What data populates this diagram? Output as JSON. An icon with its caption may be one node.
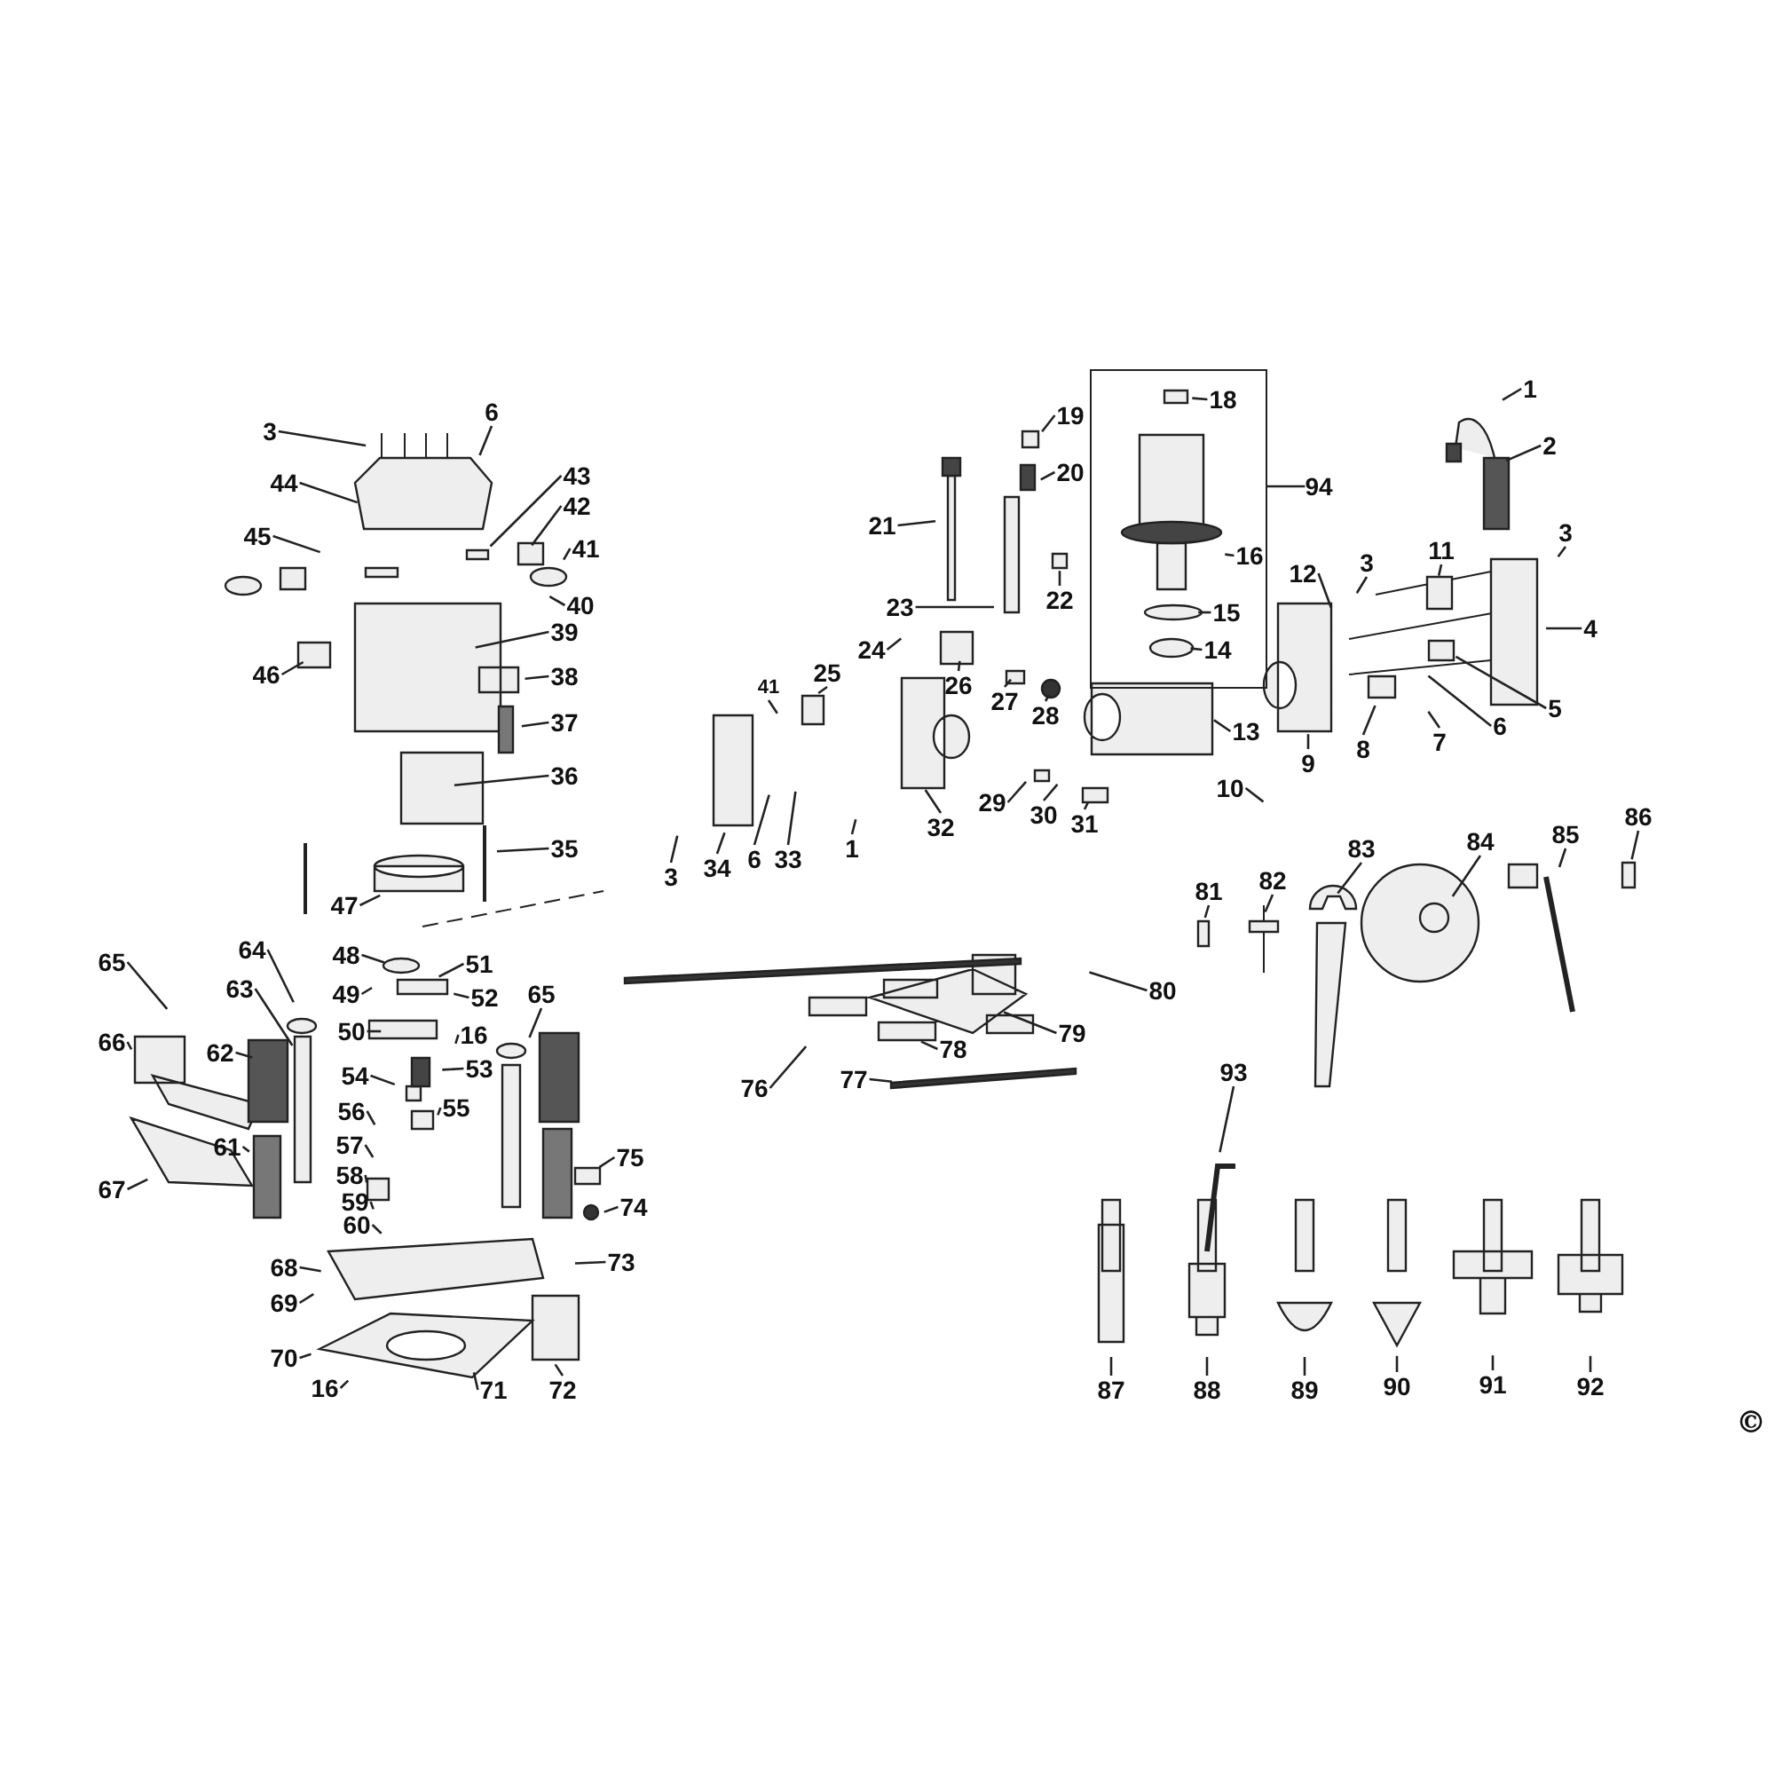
{
  "diagram": {
    "nodes": [
      {
        "text": [
          "3"
        ]
      },
      {
        "text": [
          "6"
        ]
      },
      {
        "text": [
          "44"
        ]
      },
      {
        "text": [
          "43"
        ]
      },
      {
        "text": [
          "42"
        ]
      },
      {
        "text": [
          "45"
        ]
      },
      {
        "text": [
          "41"
        ]
      },
      {
        "text": [
          "40"
        ]
      },
      {
        "text": [
          "39"
        ]
      },
      {
        "text": [
          "46"
        ]
      },
      {
        "text": [
          "38"
        ]
      },
      {
        "text": [
          "37"
        ]
      },
      {
        "text": [
          "36"
        ]
      },
      {
        "text": [
          "35"
        ]
      },
      {
        "text": [
          "47"
        ]
      },
      {
        "text": [],
        "shape": "box"
      },
      {
        "text": [
          "18"
        ],
        "in": 15
      },
      {
        "text": [
          "16"
        ],
        "in": 15
      },
      {
        "text": [
          "15"
        ],
        "in": 15
      },
      {
        "text": [
          "14"
        ],
        "in": 15
      },
      {
        "text": [
          "94"
        ]
      },
      {
        "text": [
          "19"
        ]
      },
      {
        "text": [
          "20"
        ]
      },
      {
        "text": [
          "21"
        ]
      },
      {
        "text": [
          "22"
        ]
      },
      {
        "text": [
          "23"
        ]
      },
      {
        "text": [
          "24"
        ]
      },
      {
        "text": [
          "25"
        ]
      },
      {
        "text": [
          "26"
        ]
      },
      {
        "text": [
          "27"
        ]
      },
      {
        "text": [
          "28"
        ]
      },
      {
        "text": [
          "41"
        ]
      },
      {
        "text": [
          "13"
        ]
      },
      {
        "text": [
          "10"
        ]
      },
      {
        "text": [
          "29"
        ]
      },
      {
        "text": [
          "30"
        ]
      },
      {
        "text": [
          "31"
        ]
      },
      {
        "text": [
          "32"
        ]
      },
      {
        "text": [
          "1"
        ]
      },
      {
        "text": [
          "33"
        ]
      },
      {
        "text": [
          "6"
        ]
      },
      {
        "text": [
          "34"
        ]
      },
      {
        "text": [
          "3"
        ]
      },
      {
        "text": [
          "1"
        ]
      },
      {
        "text": [
          "2"
        ]
      },
      {
        "text": [
          "3"
        ]
      },
      {
        "text": [
          "4"
        ]
      },
      {
        "text": [
          "11"
        ]
      },
      {
        "text": [
          "12"
        ]
      },
      {
        "text": [
          "3"
        ]
      },
      {
        "text": [
          "5"
        ]
      },
      {
        "text": [
          "6"
        ]
      },
      {
        "text": [
          "7"
        ]
      },
      {
        "text": [
          "8"
        ]
      },
      {
        "text": [
          "9"
        ]
      },
      {
        "text": [
          "81"
        ]
      },
      {
        "text": [
          "82"
        ]
      },
      {
        "text": [
          "83"
        ]
      },
      {
        "text": [
          "84"
        ]
      },
      {
        "text": [
          "85"
        ]
      },
      {
        "text": [
          "86"
        ]
      },
      {
        "text": [
          "80"
        ]
      },
      {
        "text": [
          "79"
        ]
      },
      {
        "text": [
          "78"
        ]
      },
      {
        "text": [
          "77"
        ]
      },
      {
        "text": [
          "76"
        ]
      },
      {
        "text": [
          "93"
        ]
      },
      {
        "text": [
          "87"
        ]
      },
      {
        "text": [
          "88"
        ]
      },
      {
        "text": [
          "89"
        ]
      },
      {
        "text": [
          "90"
        ]
      },
      {
        "text": [
          "91"
        ]
      },
      {
        "text": [
          "92"
        ]
      },
      {
        "text": [
          "65"
        ]
      },
      {
        "text": [
          "64"
        ]
      },
      {
        "text": [
          "63"
        ]
      },
      {
        "text": [
          "66"
        ]
      },
      {
        "text": [
          "62"
        ]
      },
      {
        "text": [
          "61"
        ]
      },
      {
        "text": [
          "67"
        ]
      },
      {
        "text": [
          "48"
        ]
      },
      {
        "text": [
          "51"
        ]
      },
      {
        "text": [
          "49"
        ]
      },
      {
        "text": [
          "52"
        ]
      },
      {
        "text": [
          "65"
        ]
      },
      {
        "text": [
          "50"
        ]
      },
      {
        "text": [
          "16"
        ]
      },
      {
        "text": [
          "53"
        ]
      },
      {
        "text": [
          "54"
        ]
      },
      {
        "text": [
          "55"
        ]
      },
      {
        "text": [
          "56"
        ]
      },
      {
        "text": [
          "57"
        ]
      },
      {
        "text": [
          "58"
        ]
      },
      {
        "text": [
          "59"
        ]
      },
      {
        "text": [
          "60"
        ]
      },
      {
        "text": [
          "75"
        ]
      },
      {
        "text": [
          "74"
        ]
      },
      {
        "text": [
          "68"
        ]
      },
      {
        "text": [
          "69"
        ]
      },
      {
        "text": [
          "73"
        ]
      },
      {
        "text": [
          "70"
        ]
      },
      {
        "text": [
          "16"
        ]
      },
      {
        "text": [
          "71"
        ]
      },
      {
        "text": [
          "72"
        ]
      }
    ],
    "edges": [
      {
        "from": 0,
        "to": null,
        "arrow": "none"
      },
      {
        "from": 1,
        "to": null,
        "arrow": "none"
      },
      {
        "from": 2,
        "to": null,
        "arrow": "none"
      },
      {
        "from": 3,
        "to": null,
        "arrow": "none"
      },
      {
        "from": 4,
        "to": null,
        "arrow": "none"
      },
      {
        "from": 5,
        "to": null,
        "arrow": "none"
      },
      {
        "from": 6,
        "to": null,
        "arrow": "none"
      },
      {
        "from": 7,
        "to": null,
        "arrow": "none"
      },
      {
        "from": 8,
        "to": null,
        "arrow": "none"
      },
      {
        "from": 9,
        "to": null,
        "arrow": "none"
      },
      {
        "from": 10,
        "to": null,
        "arrow": "none"
      },
      {
        "from": 11,
        "to": null,
        "arrow": "none"
      },
      {
        "from": 12,
        "to": null,
        "arrow": "none"
      },
      {
        "from": 13,
        "to": null,
        "arrow": "none"
      },
      {
        "from": 14,
        "to": null,
        "arrow": "none"
      },
      {
        "from": 16,
        "to": null,
        "arrow": "none"
      },
      {
        "from": 17,
        "to": null,
        "arrow": "none"
      },
      {
        "from": 18,
        "to": null,
        "arrow": "none"
      },
      {
        "from": 19,
        "to": null,
        "arrow": "none"
      },
      {
        "from": 20,
        "to": 15,
        "arrow": "none"
      },
      {
        "from": 21,
        "to": null,
        "arrow": "none"
      },
      {
        "from": 22,
        "to": null,
        "arrow": "none"
      },
      {
        "from": 23,
        "to": null,
        "arrow": "none"
      },
      {
        "from": 24,
        "to": null,
        "arrow": "none"
      },
      {
        "from": 25,
        "to": null,
        "arrow": "none"
      },
      {
        "from": 26,
        "to": null,
        "arrow": "none"
      },
      {
        "from": 27,
        "to": null,
        "arrow": "none"
      },
      {
        "from": 28,
        "to": null,
        "arrow": "none"
      },
      {
        "from": 29,
        "to": null,
        "arrow": "none"
      },
      {
        "from": 30,
        "to": null,
        "arrow": "none"
      },
      {
        "from": 31,
        "to": null,
        "arrow": "none"
      },
      {
        "from": 32,
        "to": null,
        "arrow": "none"
      },
      {
        "from": 33,
        "to": null,
        "arrow": "none"
      },
      {
        "from": 34,
        "to": null,
        "arrow": "none"
      },
      {
        "from": 35,
        "to": null,
        "arrow": "none"
      },
      {
        "from": 36,
        "to": null,
        "arrow": "none"
      },
      {
        "from": 37,
        "to": null,
        "arrow": "none"
      },
      {
        "from": 38,
        "to": null,
        "arrow": "none"
      },
      {
        "from": 39,
        "to": null,
        "arrow": "none"
      },
      {
        "from": 40,
        "to": null,
        "arrow": "none"
      },
      {
        "from": 41,
        "to": null,
        "arrow": "none"
      },
      {
        "from": 42,
        "to": null,
        "arrow": "none"
      },
      {
        "from": 43,
        "to": null,
        "arrow": "none"
      },
      {
        "from": 44,
        "to": null,
        "arrow": "none"
      },
      {
        "from": 45,
        "to": null,
        "arrow": "none"
      },
      {
        "from": 46,
        "to": null,
        "arrow": "none"
      },
      {
        "from": 47,
        "to": null,
        "arrow": "none"
      },
      {
        "from": 48,
        "to": null,
        "arrow": "none"
      },
      {
        "from": 49,
        "to": null,
        "arrow": "none"
      },
      {
        "from": 50,
        "to": null,
        "arrow": "none"
      },
      {
        "from": 51,
        "to": null,
        "arrow": "none"
      },
      {
        "from": 52,
        "to": null,
        "arrow": "none"
      },
      {
        "from": 53,
        "to": null,
        "arrow": "none"
      },
      {
        "from": 54,
        "to": null,
        "arrow": "none"
      },
      {
        "from": 55,
        "to": null,
        "arrow": "none"
      },
      {
        "from": 56,
        "to": null,
        "arrow": "none"
      },
      {
        "from": 57,
        "to": null,
        "arrow": "none"
      },
      {
        "from": 58,
        "to": null,
        "arrow": "none"
      },
      {
        "from": 59,
        "to": null,
        "arrow": "none"
      },
      {
        "from": 60,
        "to": null,
        "arrow": "none"
      },
      {
        "from": 61,
        "to": null,
        "arrow": "none"
      },
      {
        "from": 62,
        "to": null,
        "arrow": "none"
      },
      {
        "from": 63,
        "to": null,
        "arrow": "none"
      },
      {
        "from": 64,
        "to": null,
        "arrow": "none"
      },
      {
        "from": 65,
        "to": null,
        "arrow": "none"
      },
      {
        "from": 66,
        "to": null,
        "arrow": "none"
      },
      {
        "from": 67,
        "to": null,
        "arrow": "none"
      },
      {
        "from": 68,
        "to": null,
        "arrow": "none"
      },
      {
        "from": 69,
        "to": null,
        "arrow": "none"
      },
      {
        "from": 70,
        "to": null,
        "arrow": "none"
      },
      {
        "from": 71,
        "to": null,
        "arrow": "none"
      },
      {
        "from": 72,
        "to": null,
        "arrow": "none"
      },
      {
        "from": 73,
        "to": null,
        "arrow": "none"
      },
      {
        "from": 74,
        "to": null,
        "arrow": "none"
      },
      {
        "from": 75,
        "to": null,
        "arrow": "none"
      },
      {
        "from": 76,
        "to": null,
        "arrow": "none"
      },
      {
        "from": 77,
        "to": null,
        "arrow": "none"
      },
      {
        "from": 78,
        "to": null,
        "arrow": "none"
      },
      {
        "from": 79,
        "to": null,
        "arrow": "none"
      },
      {
        "from": 80,
        "to": null,
        "arrow": "none"
      },
      {
        "from": 81,
        "to": null,
        "arrow": "none"
      },
      {
        "from": 82,
        "to": null,
        "arrow": "none"
      },
      {
        "from": 83,
        "to": null,
        "arrow": "none"
      },
      {
        "from": 84,
        "to": null,
        "arrow": "none"
      },
      {
        "from": 85,
        "to": null,
        "arrow": "none"
      },
      {
        "from": 86,
        "to": null,
        "arrow": "none"
      },
      {
        "from": 87,
        "to": null,
        "arrow": "none"
      },
      {
        "from": 88,
        "to": null,
        "arrow": "none"
      },
      {
        "from": 89,
        "to": null,
        "arrow": "none"
      },
      {
        "from": 90,
        "to": null,
        "arrow": "none"
      },
      {
        "from": 91,
        "to": null,
        "arrow": "none"
      },
      {
        "from": 92,
        "to": null,
        "arrow": "none"
      },
      {
        "from": 93,
        "to": null,
        "arrow": "none"
      },
      {
        "from": 94,
        "to": null,
        "arrow": "none"
      },
      {
        "from": 95,
        "to": null,
        "arrow": "none"
      },
      {
        "from": 96,
        "to": null,
        "arrow": "none"
      },
      {
        "from": 97,
        "to": null,
        "arrow": "none"
      },
      {
        "from": 98,
        "to": null,
        "arrow": "none"
      },
      {
        "from": 99,
        "to": null,
        "arrow": "none"
      },
      {
        "from": 100,
        "to": null,
        "arrow": "none"
      },
      {
        "from": 101,
        "to": null,
        "arrow": "none"
      },
      {
        "from": 102,
        "to": null,
        "arrow": "none"
      },
      {
        "from": 103,
        "to": null,
        "arrow": "none"
      }
    ],
    "labels": [
      "©"
    ]
  }
}
